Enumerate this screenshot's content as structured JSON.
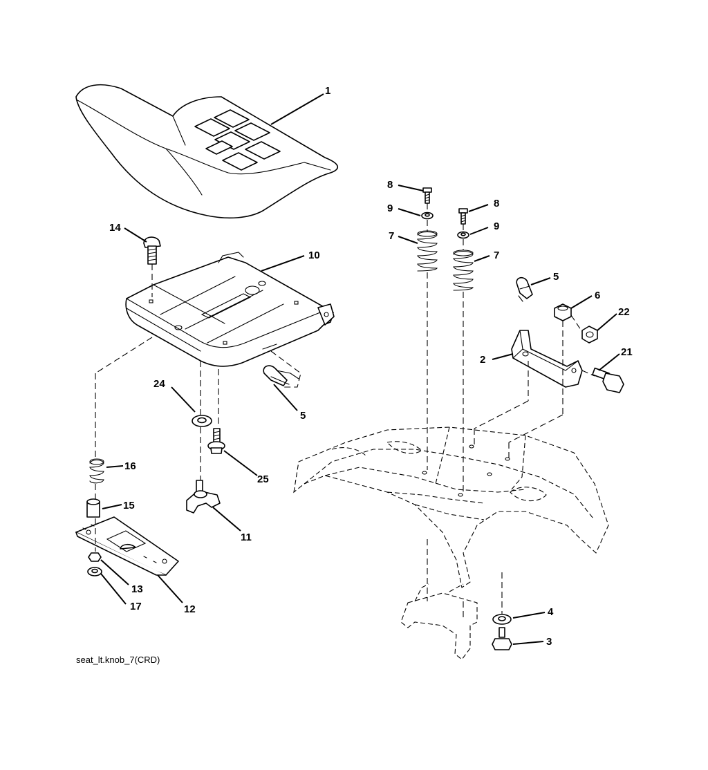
{
  "callouts": {
    "c1": "1",
    "c2": "2",
    "c3": "3",
    "c4": "4",
    "c5": "5",
    "c6": "6",
    "c7": "7",
    "c8": "8",
    "c9": "9",
    "c10": "10",
    "c11": "11",
    "c12": "12",
    "c13": "13",
    "c14": "14",
    "c15": "15",
    "c16": "16",
    "c17": "17",
    "c21": "21",
    "c22": "22",
    "c24": "24",
    "c25": "25"
  },
  "caption": "seat_lt.knob_7(CRD)"
}
